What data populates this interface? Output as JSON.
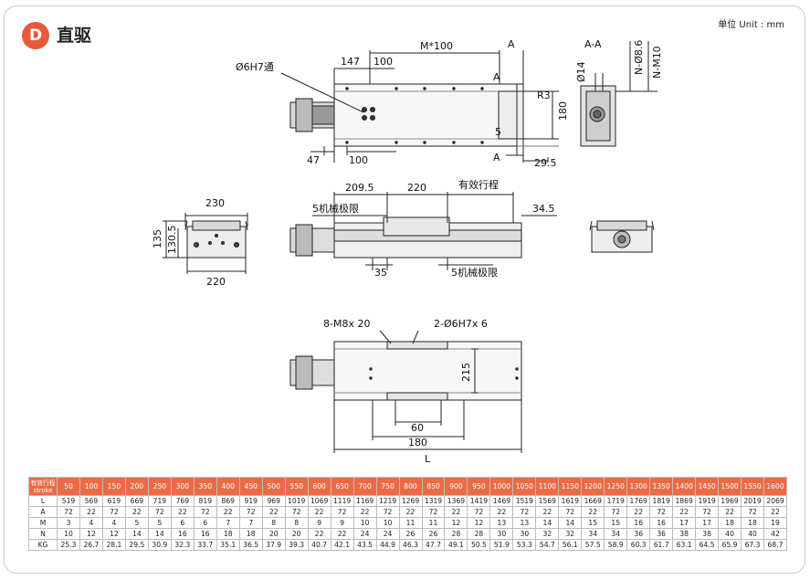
{
  "header": {
    "badge": "D",
    "title": "直驱",
    "unit": "单位 Unit : mm"
  },
  "top_view": {
    "hole_label": "Ø6H7通",
    "dims": {
      "d147": "147",
      "d100a": "100",
      "m100": "M*100",
      "a1": "A",
      "a2": "A",
      "a3": "A",
      "r3": "R3",
      "d180": "180",
      "d5": "5",
      "d47": "47",
      "d100b": "100",
      "d29_5": "29.5"
    }
  },
  "section_view": {
    "title": "A-A",
    "d14": "Ø14",
    "n86": "N-Ø8.6",
    "nm10": "N-M10"
  },
  "end_view": {
    "d230": "230",
    "d135": "135",
    "d130_5": "130.5",
    "d220": "220"
  },
  "side_view": {
    "d209_5": "209.5",
    "d220": "220",
    "stroke": "有效行程",
    "limit_left": "5机械极限",
    "d34_5": "34.5",
    "d35": "35",
    "limit_right": "5机械极限"
  },
  "bottom_view": {
    "m8": "8-M8x 20",
    "pin": "2-Ø6H7x 6",
    "d215": "215",
    "d60": "60",
    "d180": "180",
    "dL": "L"
  },
  "table": {
    "header_label": [
      "有效行程",
      "stroke"
    ],
    "strokes": [
      "50",
      "100",
      "150",
      "200",
      "250",
      "300",
      "350",
      "400",
      "450",
      "500",
      "550",
      "600",
      "650",
      "700",
      "750",
      "800",
      "850",
      "900",
      "950",
      "1000",
      "1050",
      "1100",
      "1150",
      "1200",
      "1250",
      "1300",
      "1350",
      "1400",
      "1450",
      "1500",
      "1550",
      "1600"
    ],
    "rows": [
      {
        "label": "L",
        "values": [
          "519",
          "569",
          "619",
          "669",
          "719",
          "769",
          "819",
          "869",
          "919",
          "969",
          "1019",
          "1069",
          "1119",
          "1169",
          "1219",
          "1269",
          "1319",
          "1369",
          "1419",
          "1469",
          "1519",
          "1569",
          "1619",
          "1669",
          "1719",
          "1769",
          "1819",
          "1869",
          "1919",
          "1969",
          "2019",
          "2069"
        ]
      },
      {
        "label": "A",
        "values": [
          "72",
          "22",
          "72",
          "22",
          "72",
          "22",
          "72",
          "22",
          "72",
          "22",
          "72",
          "22",
          "72",
          "22",
          "72",
          "22",
          "72",
          "22",
          "72",
          "22",
          "72",
          "22",
          "72",
          "22",
          "72",
          "22",
          "72",
          "22",
          "72",
          "22",
          "72",
          "22"
        ]
      },
      {
        "label": "M",
        "values": [
          "3",
          "4",
          "4",
          "5",
          "5",
          "6",
          "6",
          "7",
          "7",
          "8",
          "8",
          "9",
          "9",
          "10",
          "10",
          "11",
          "11",
          "12",
          "12",
          "13",
          "13",
          "14",
          "14",
          "15",
          "15",
          "16",
          "16",
          "17",
          "17",
          "18",
          "18",
          "19"
        ]
      },
      {
        "label": "N",
        "values": [
          "10",
          "12",
          "12",
          "14",
          "14",
          "16",
          "16",
          "18",
          "18",
          "20",
          "20",
          "22",
          "22",
          "24",
          "24",
          "26",
          "26",
          "28",
          "28",
          "30",
          "30",
          "32",
          "32",
          "34",
          "34",
          "36",
          "36",
          "38",
          "38",
          "40",
          "40",
          "42"
        ]
      },
      {
        "label": "KG",
        "values": [
          "25.3",
          "26.7",
          "28.1",
          "29.5",
          "30.9",
          "32.3",
          "33.7",
          "35.1",
          "36.5",
          "37.9",
          "39.3",
          "40.7",
          "42.1",
          "43.5",
          "44.9",
          "46.3",
          "47.7",
          "49.1",
          "50.5",
          "51.9",
          "53.3",
          "54.7",
          "56.1",
          "57.5",
          "58.9",
          "60.3",
          "61.7",
          "63.1",
          "64.5",
          "65.9",
          "67.3",
          "68.7"
        ]
      }
    ]
  },
  "colors": {
    "accent": "#e8593a",
    "table_header": "#ee6a45"
  }
}
